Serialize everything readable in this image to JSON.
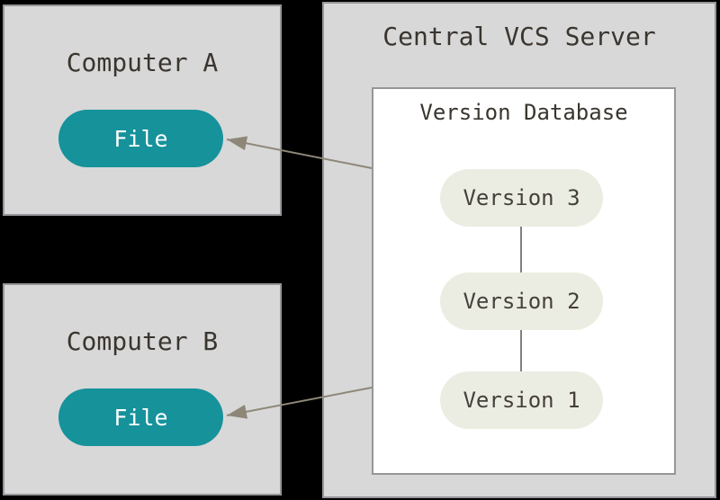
{
  "diagram": {
    "computer_a": {
      "title": "Computer A",
      "file_label": "File"
    },
    "computer_b": {
      "title": "Computer B",
      "file_label": "File"
    },
    "server": {
      "title": "Central VCS Server",
      "database": {
        "title": "Version Database",
        "versions": [
          "Version 3",
          "Version 2",
          "Version 1"
        ]
      }
    },
    "colors": {
      "background": "#000000",
      "box_fill": "#d8d8d8",
      "box_border": "#96969a",
      "file_node_fill": "#16929b",
      "version_node_fill": "#ecede2",
      "text_dark": "#3a352f",
      "text_light": "#ffffff",
      "arrow": "#8e8778",
      "connector": "#83807a"
    }
  }
}
